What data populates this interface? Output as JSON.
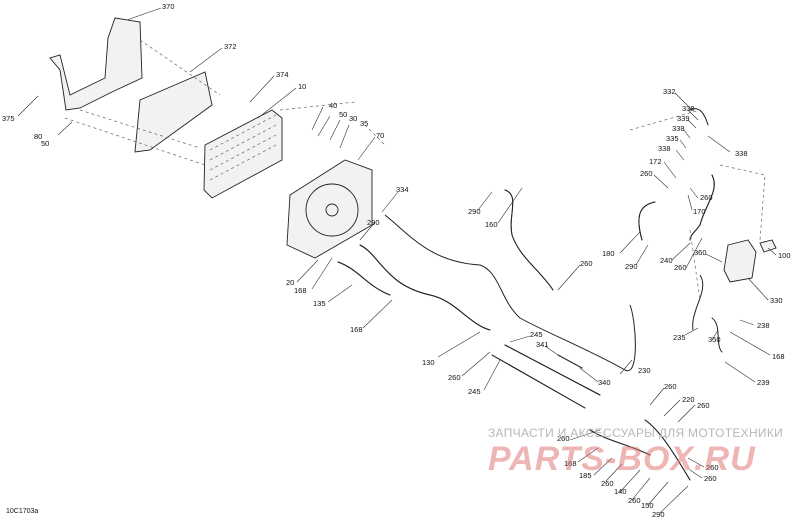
{
  "drawing_code": "10C1703a",
  "watermark": {
    "line1": "ЗАПЧАСТИ И АКСЕССУАРЫ ДЛЯ МОТОТЕХНИКИ",
    "line2": "PARTS-BOX.RU"
  },
  "colors": {
    "line": "#222222",
    "watermark_red": "#e07878",
    "watermark_gray": "#b7b7b7"
  },
  "callouts": [
    {
      "id": "c370",
      "text": "370"
    },
    {
      "id": "c372",
      "text": "372"
    },
    {
      "id": "c374",
      "text": "374"
    },
    {
      "id": "c10",
      "text": "10"
    },
    {
      "id": "c375",
      "text": "375"
    },
    {
      "id": "c80",
      "text": "80"
    },
    {
      "id": "c50a",
      "text": "50"
    },
    {
      "id": "c40",
      "text": "40"
    },
    {
      "id": "c50b",
      "text": "50"
    },
    {
      "id": "c30",
      "text": "30"
    },
    {
      "id": "c35",
      "text": "35"
    },
    {
      "id": "c70",
      "text": "70"
    },
    {
      "id": "c334",
      "text": "334"
    },
    {
      "id": "c290a",
      "text": "290"
    },
    {
      "id": "c290b",
      "text": "290"
    },
    {
      "id": "c160",
      "text": "160"
    },
    {
      "id": "c260a",
      "text": "260"
    },
    {
      "id": "c20",
      "text": "20"
    },
    {
      "id": "c168a",
      "text": "168"
    },
    {
      "id": "c135",
      "text": "135"
    },
    {
      "id": "c168b",
      "text": "168"
    },
    {
      "id": "c130",
      "text": "130"
    },
    {
      "id": "c260b",
      "text": "260"
    },
    {
      "id": "c245a",
      "text": "245"
    },
    {
      "id": "c341",
      "text": "341"
    },
    {
      "id": "c245b",
      "text": "245"
    },
    {
      "id": "c340",
      "text": "340"
    },
    {
      "id": "c230",
      "text": "230"
    },
    {
      "id": "c332",
      "text": "332"
    },
    {
      "id": "c338a",
      "text": "338"
    },
    {
      "id": "c339",
      "text": "339"
    },
    {
      "id": "c338b",
      "text": "338"
    },
    {
      "id": "c335",
      "text": "335"
    },
    {
      "id": "c338c",
      "text": "338"
    },
    {
      "id": "c338d",
      "text": "338"
    },
    {
      "id": "c172",
      "text": "172"
    },
    {
      "id": "c260c",
      "text": "260"
    },
    {
      "id": "c260d",
      "text": "260"
    },
    {
      "id": "c170",
      "text": "170"
    },
    {
      "id": "c180",
      "text": "180"
    },
    {
      "id": "c290c",
      "text": "290"
    },
    {
      "id": "c240",
      "text": "240"
    },
    {
      "id": "c260e",
      "text": "260"
    },
    {
      "id": "c360",
      "text": "360"
    },
    {
      "id": "c100",
      "text": "100"
    },
    {
      "id": "c330",
      "text": "330"
    },
    {
      "id": "c238",
      "text": "238"
    },
    {
      "id": "c235",
      "text": "235"
    },
    {
      "id": "c350",
      "text": "350"
    },
    {
      "id": "c168c",
      "text": "168"
    },
    {
      "id": "c239",
      "text": "239"
    },
    {
      "id": "c260f",
      "text": "260"
    },
    {
      "id": "c220",
      "text": "220"
    },
    {
      "id": "c260g",
      "text": "260"
    },
    {
      "id": "c260h",
      "text": "260"
    },
    {
      "id": "c168d",
      "text": "168"
    },
    {
      "id": "c185",
      "text": "185"
    },
    {
      "id": "c260i",
      "text": "260"
    },
    {
      "id": "c140",
      "text": "140"
    },
    {
      "id": "c260j",
      "text": "260"
    },
    {
      "id": "c150",
      "text": "150"
    },
    {
      "id": "c290d",
      "text": "290"
    },
    {
      "id": "c260k",
      "text": "260"
    },
    {
      "id": "c260l",
      "text": "260"
    }
  ]
}
